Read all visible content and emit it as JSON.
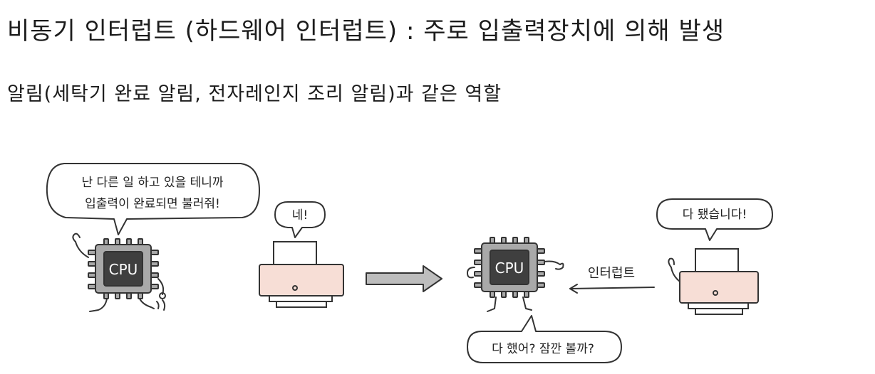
{
  "heading": "비동기 인터럽트 (하드웨어 인터럽트) : 주로 입출력장치에 의해 발생",
  "subheading": "알림(세탁기 완료 알림, 전자레인지 조리 알림)과 같은 역할",
  "left_scene": {
    "cpu_bubble_line1": "난 다른 일 하고 있을 테니까",
    "cpu_bubble_line2": "입출력이 완료되면 불러줘!",
    "cpu_label": "CPU",
    "printer_bubble": "네!"
  },
  "right_scene": {
    "printer_bubble": "다 됐습니다!",
    "interrupt_label": "인터럽트",
    "cpu_label": "CPU",
    "cpu_bubble": "다 했어? 잠깐 볼까?"
  },
  "colors": {
    "chip_outer": "#a9a9a9",
    "chip_inner": "#3f3f3f",
    "printer_body": "#f7ded6",
    "arrow_fill": "#bdbdbd"
  }
}
